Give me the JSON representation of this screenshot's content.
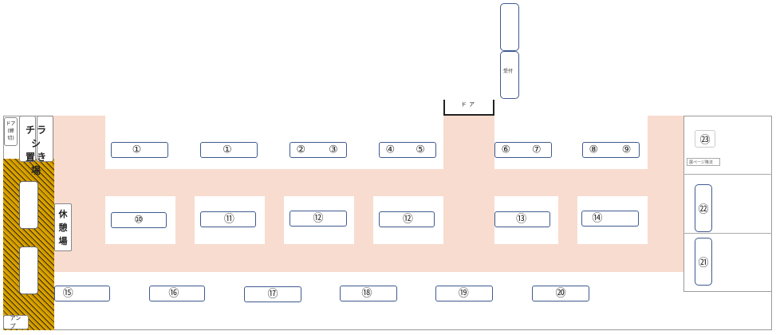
{
  "door_main": "ドア",
  "door_side": "ドア\n(締\n切)",
  "flyer_rack": "チラシ\n置き場",
  "rest_area": "休\n憩\n場",
  "amp": "アンプ",
  "reception": "受付",
  "side_label": "展ページ降法",
  "tables": {
    "t1a": "①",
    "t1b": "①",
    "t2": "②",
    "t3": "③",
    "t4": "④",
    "t5": "⑤",
    "t6": "⑥",
    "t7": "⑦",
    "t8": "⑧",
    "t9": "⑨",
    "t10": "⑩",
    "t11": "⑪",
    "t12a": "⑫",
    "t12b": "⑫",
    "t13": "⑬",
    "t14": "⑭",
    "t15": "⑮",
    "t16": "⑯",
    "t17": "⑰",
    "t18": "⑱",
    "t19": "⑲",
    "t20": "⑳",
    "t21": "㉑",
    "t22": "㉒",
    "t23": "㉓"
  },
  "colors": {
    "aisle": "#f8dccf",
    "table_border": "#3f5a8f",
    "hatch": "#c99400"
  }
}
